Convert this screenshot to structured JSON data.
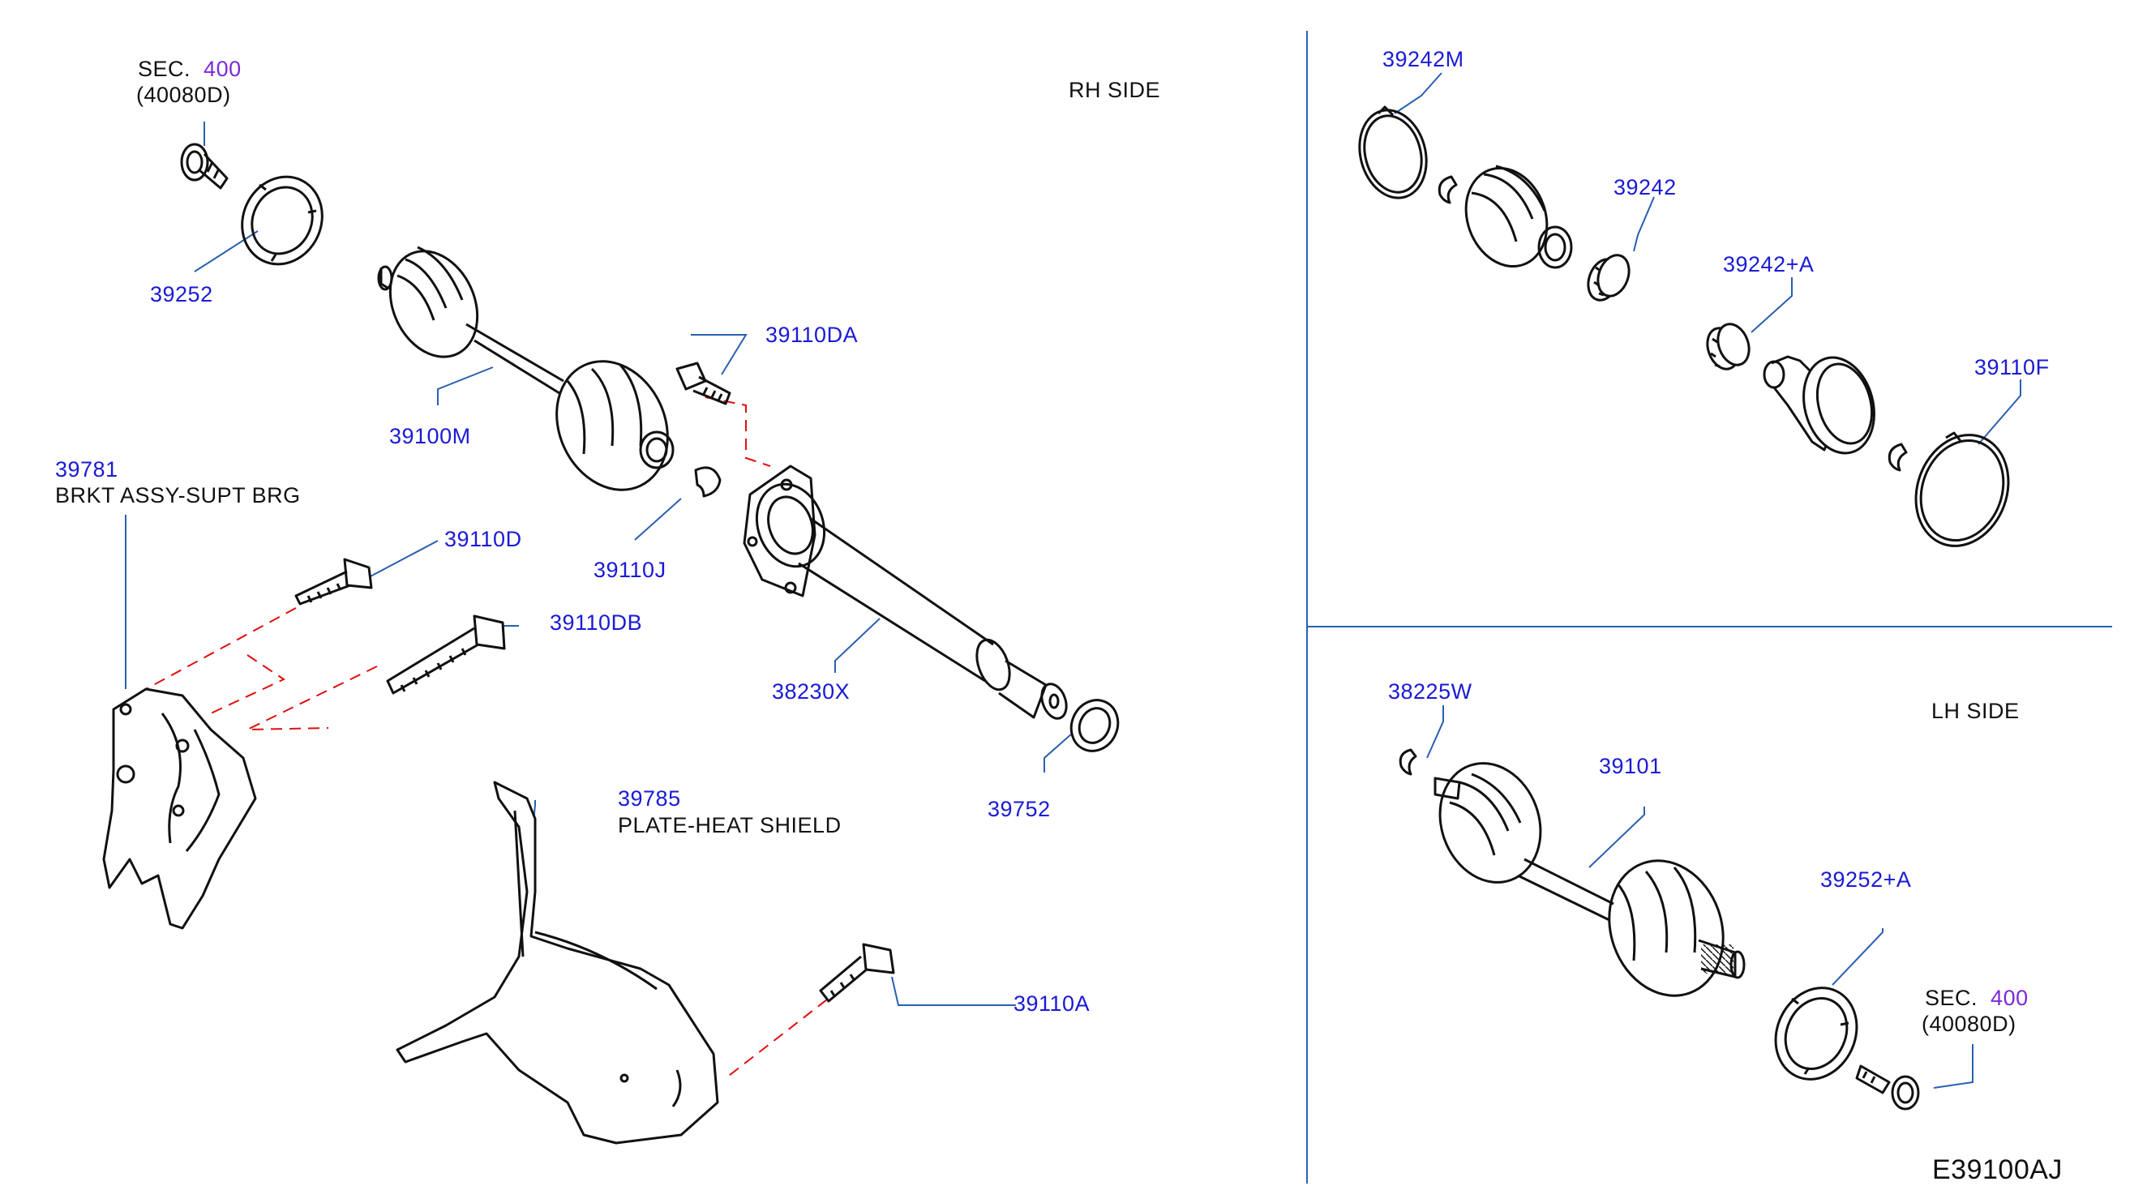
{
  "diagram_code": "E39100AJ",
  "sections": {
    "rh": "RH   SIDE",
    "lh": "LH   SIDE"
  },
  "sec_refs": {
    "top": {
      "prefix": "SEC.",
      "number": "400",
      "sub": "(40080D)"
    },
    "bottom": {
      "prefix": "SEC.",
      "number": "400",
      "sub": "(40080D)"
    }
  },
  "parts": {
    "p39252": "39252",
    "p39100M": "39100M",
    "p39110DA": "39110DA",
    "p39781": "39781",
    "p39781_name": "BRKT   ASSY-SUPT   BRG",
    "p39110D": "39110D",
    "p39110J": "39110J",
    "p39110DB": "39110DB",
    "p38230X": "38230X",
    "p39785": "39785",
    "p39785_name": "PLATE-HEAT   SHIELD",
    "p39752": "39752",
    "p39110A": "39110A",
    "p39242M": "39242M",
    "p39242": "39242",
    "p39242A": "39242+A",
    "p39110F": "39110F",
    "p38225W": "38225W",
    "p39101": "39101",
    "p39252A": "39252+A"
  },
  "colors": {
    "part_number": "#1a1ad6",
    "section_ref": "#7a2ad8",
    "leader": "#2a5fb0",
    "dashed_guide": "#e01010",
    "outline": "#111111"
  }
}
